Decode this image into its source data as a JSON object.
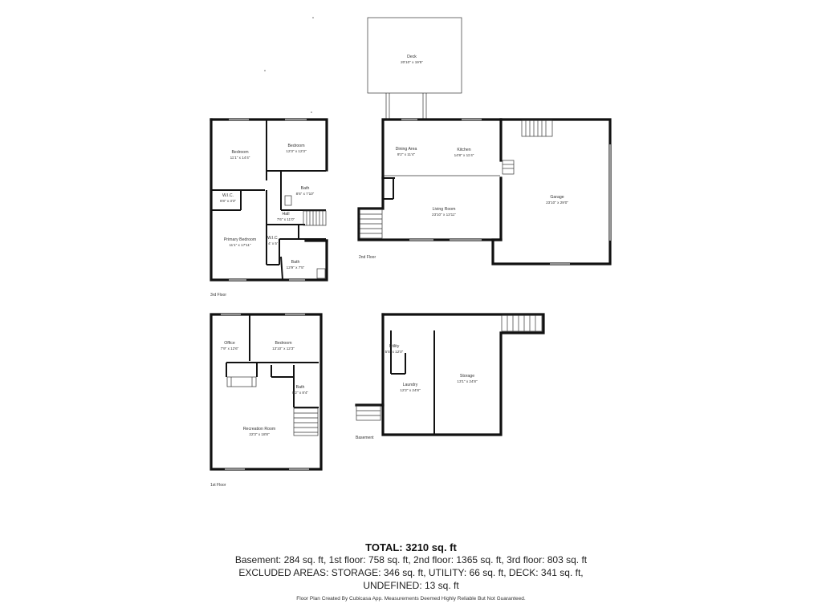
{
  "floors": {
    "third": {
      "label": "3rd Floor",
      "rooms": [
        {
          "name": "Bedroom",
          "dims": "11'1\" x 14'4\""
        },
        {
          "name": "Bedroom",
          "dims": "12'3\" x 12'3\""
        },
        {
          "name": "W.I.C.",
          "dims": "6'8\" x 3'3\""
        },
        {
          "name": "Bath",
          "dims": "8'6\" x 7'10\""
        },
        {
          "name": "Hall",
          "dims": "7'6\" x 11'0\""
        },
        {
          "name": "Primary Bedroom",
          "dims": "11'1\" x 17'11\""
        },
        {
          "name": "W.I.C.",
          "dims": "4' x 5'"
        },
        {
          "name": "Bath",
          "dims": "12'9\" x 7'5\""
        }
      ]
    },
    "second": {
      "label": "2nd Floor",
      "rooms": [
        {
          "name": "Deck",
          "dims": "20'10\" x 19'5\""
        },
        {
          "name": "Dining Area",
          "dims": "9'2\" x 11'4\""
        },
        {
          "name": "Kitchen",
          "dims": "14'8\" x 11'4\""
        },
        {
          "name": "Garage",
          "dims": "23'10\" x 29'0\""
        },
        {
          "name": "Living Room",
          "dims": "23'10\" x 13'11\""
        }
      ]
    },
    "first": {
      "label": "1st Floor",
      "rooms": [
        {
          "name": "Office",
          "dims": "7'9\" x 12'6\""
        },
        {
          "name": "Bedroom",
          "dims": "13'10\" x 12'3\""
        },
        {
          "name": "Bath",
          "dims": "8'2\" x 8'4\""
        },
        {
          "name": "Recreation Room",
          "dims": "22'3\" x 18'8\""
        }
      ]
    },
    "basement": {
      "label": "Basement",
      "rooms": [
        {
          "name": "Utility",
          "dims": "5'5\" x 12'0\""
        },
        {
          "name": "Laundry",
          "dims": "12'2\" x 24'8\""
        },
        {
          "name": "Storage",
          "dims": "13'1\" x 24'8\""
        }
      ]
    }
  },
  "summary": {
    "total": "TOTAL: 3210 sq. ft",
    "line1": "Basement: 284 sq. ft, 1st floor: 758 sq. ft, 2nd floor: 1365 sq. ft, 3rd floor: 803 sq. ft",
    "line2": "EXCLUDED AREAS: STORAGE: 346 sq. ft, UTILITY: 66 sq. ft, DECK: 341 sq. ft,",
    "line3": "UNDEFINED: 13 sq. ft"
  },
  "footer": "Floor Plan Created By Cubicasa App. Measurements Deemed Highly Reliable But Not Guaranteed."
}
